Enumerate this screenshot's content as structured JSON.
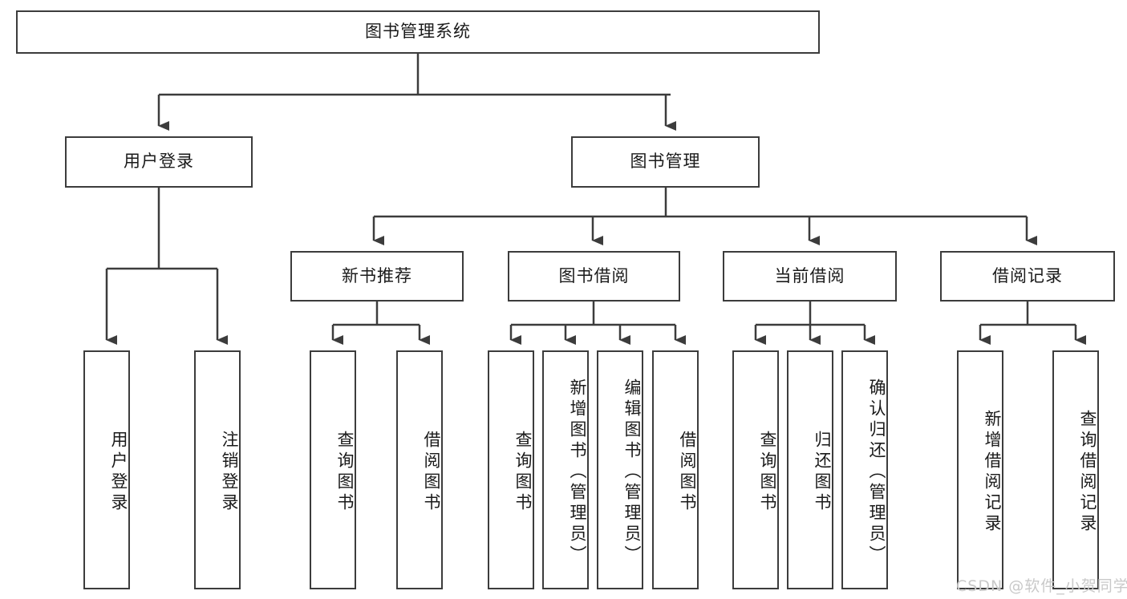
{
  "diagram": {
    "type": "tree-hierarchy-chart",
    "title": "图书管理系统",
    "colors": {
      "stroke": "#3c3c3c",
      "fill": "#ffffff",
      "text": "#1a1a1a",
      "watermark": "#c9c9c9",
      "background": "#ffffff"
    },
    "root": {
      "label": "图书管理系统"
    },
    "level2": [
      {
        "label": "用户登录"
      },
      {
        "label": "图书管理"
      }
    ],
    "level3": [
      {
        "label": "新书推荐"
      },
      {
        "label": "图书借阅"
      },
      {
        "label": "当前借阅"
      },
      {
        "label": "借阅记录"
      }
    ],
    "leaves": {
      "user_login": [
        {
          "label": "用户登录"
        },
        {
          "label": "注销登录"
        }
      ],
      "new_book_rec": [
        {
          "label": "查询图书"
        },
        {
          "label": "借阅图书"
        }
      ],
      "book_borrow": [
        {
          "label": "查询图书"
        },
        {
          "label": "新增图书（管理员）"
        },
        {
          "label": "编辑图书（管理员）"
        },
        {
          "label": "借阅图书"
        }
      ],
      "current_borrow": [
        {
          "label": "查询图书"
        },
        {
          "label": "归还图书"
        },
        {
          "label": "确认归还（管理员）"
        }
      ],
      "borrow_record": [
        {
          "label": "新增借阅记录"
        },
        {
          "label": "查询借阅记录"
        }
      ]
    }
  },
  "watermark": {
    "text": "CSDN @软件_小贺同学"
  }
}
